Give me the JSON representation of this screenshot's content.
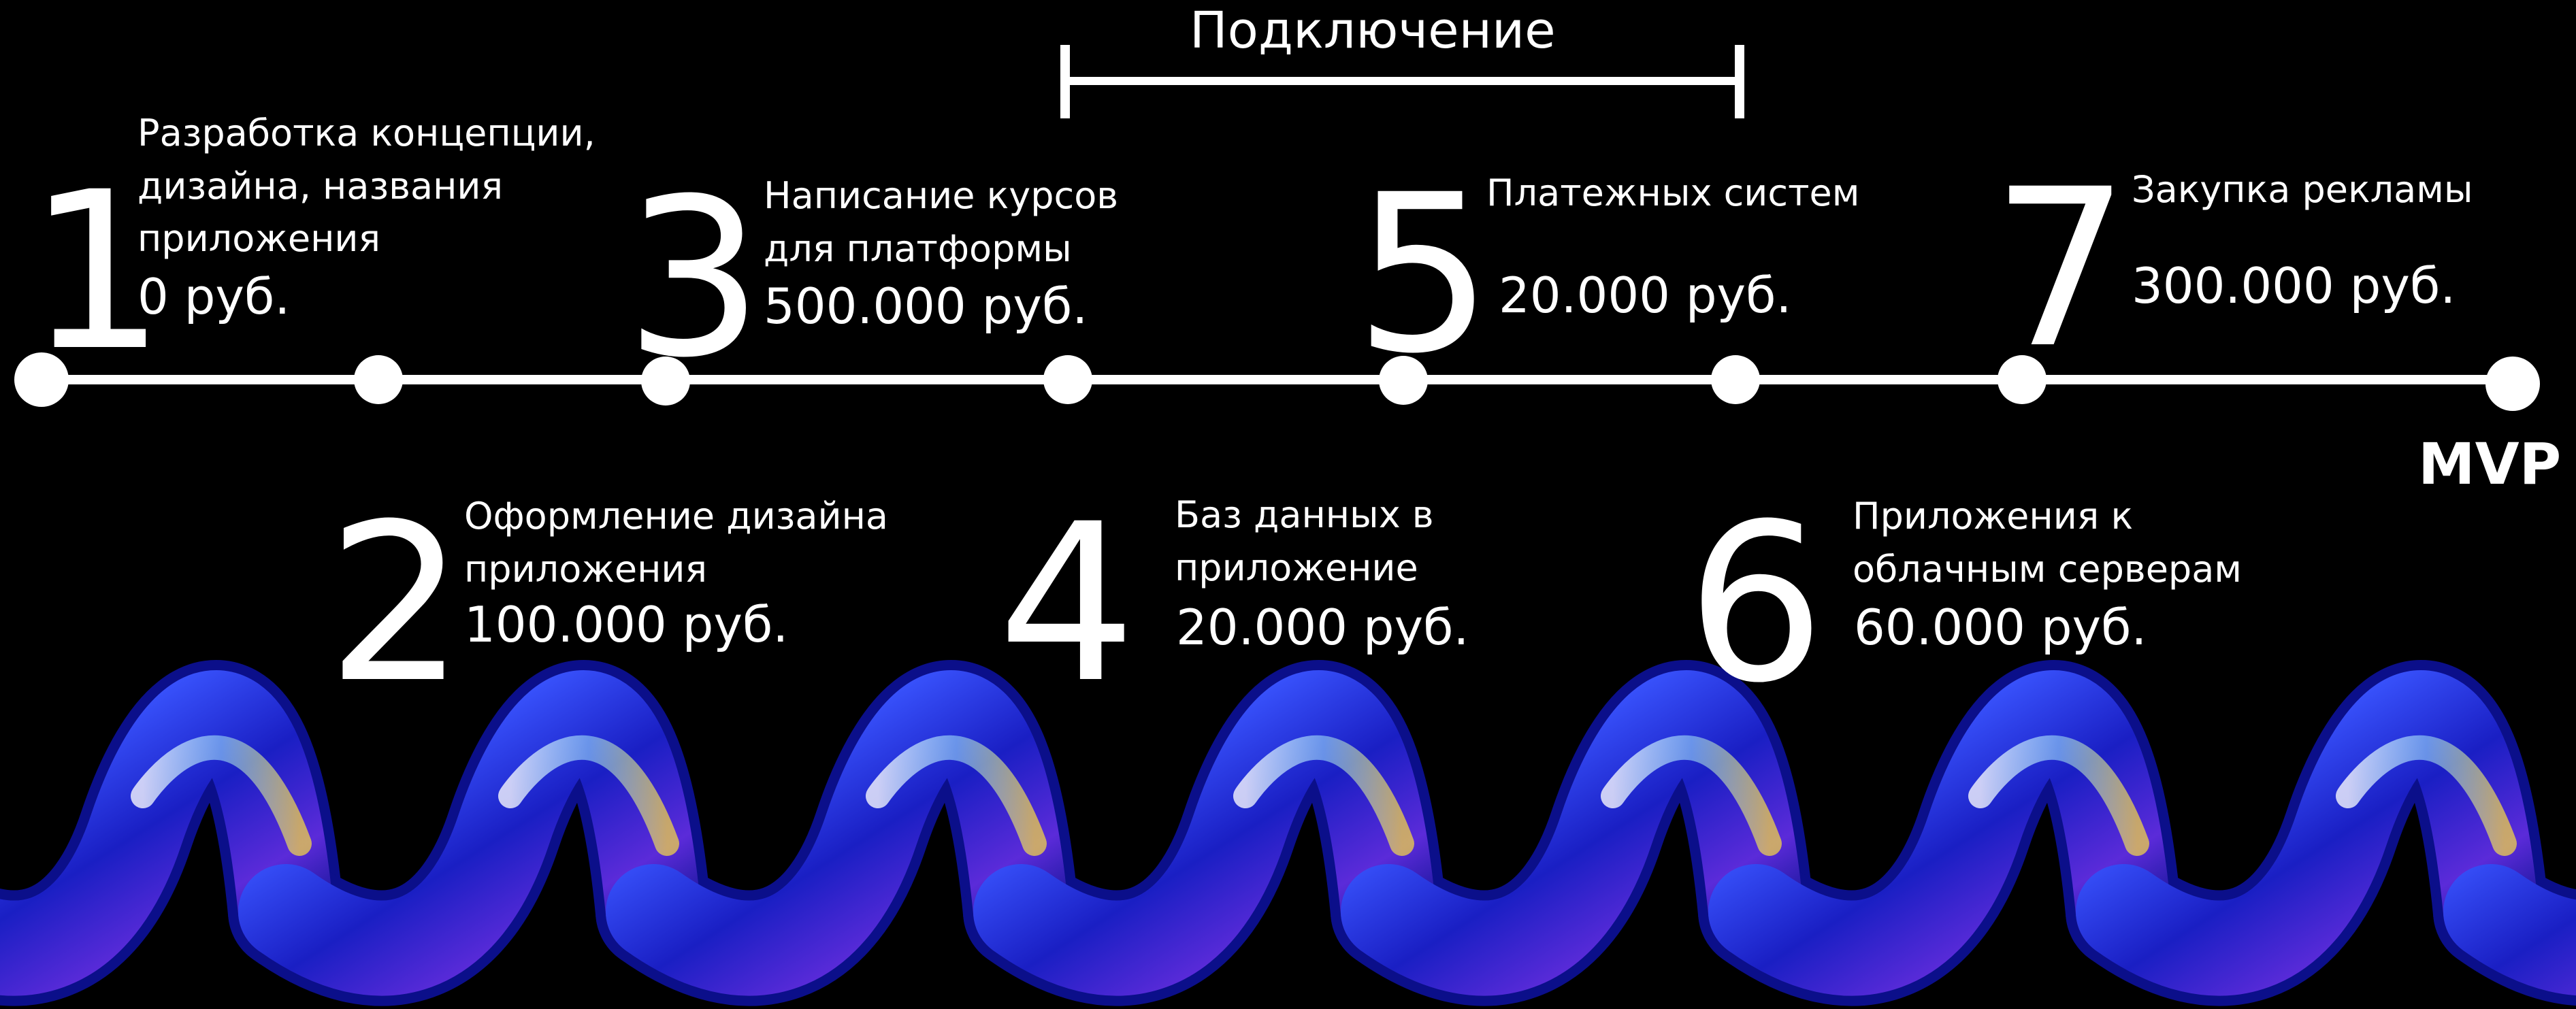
{
  "connection": {
    "title": "Подключение"
  },
  "mvp_label": "MVP",
  "steps": [
    {
      "number": "1",
      "lines": [
        "Разработка концепции,",
        "дизайна, названия",
        "приложения"
      ],
      "price": "0 руб."
    },
    {
      "number": "2",
      "lines": [
        "Оформление дизайна",
        "приложения"
      ],
      "price": "100.000 руб."
    },
    {
      "number": "3",
      "lines": [
        "Написание курсов",
        "для платформы"
      ],
      "price": "500.000 руб."
    },
    {
      "number": "4",
      "lines": [
        "Баз данных в",
        "приложение"
      ],
      "price": "20.000 руб."
    },
    {
      "number": "5",
      "lines": [
        "Платежных систем"
      ],
      "price": "20.000 руб."
    },
    {
      "number": "6",
      "lines": [
        "Приложения к",
        "облачным серверам"
      ],
      "price": "60.000 руб."
    },
    {
      "number": "7",
      "lines": [
        "Закупка рекламы"
      ],
      "price": "300.000 руб."
    }
  ],
  "colors": {
    "background": "#000000",
    "foreground": "#ffffff",
    "spiral_main": "#1f2bd6",
    "spiral_highlight": "#5fe6ff",
    "spiral_accent": "#ffe23a"
  }
}
